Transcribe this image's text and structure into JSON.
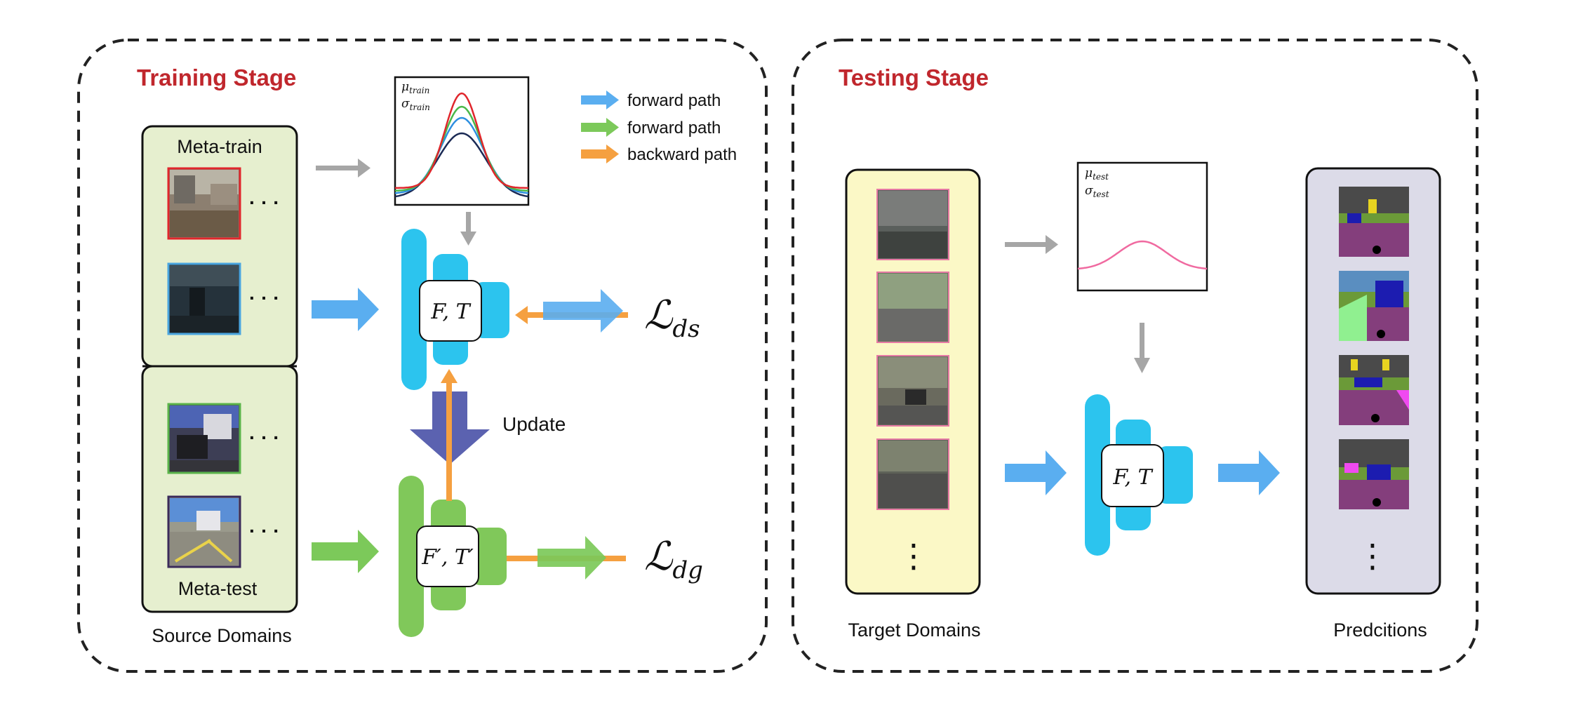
{
  "training": {
    "title": "Training Stage",
    "meta_train_label": "Meta-train",
    "meta_test_label": "Meta-test",
    "source_label": "Source Domains",
    "ellipsis": "· · ·",
    "update_label": "Update",
    "model_label": "F, T",
    "model_prime_label": "F′, T′",
    "loss_ds": {
      "main": "ℒ",
      "sub": "ds"
    },
    "loss_dg": {
      "main": "ℒ",
      "sub": "dg"
    },
    "stats": {
      "mu": "μ",
      "mu_sub": "train",
      "sigma": "σ",
      "sigma_sub": "train"
    }
  },
  "legend": [
    {
      "label": "forward path",
      "color": "#5aaef0"
    },
    {
      "label": "forward path",
      "color": "#7cc95a"
    },
    {
      "label": "backward path",
      "color": "#f5a040"
    }
  ],
  "testing": {
    "title": "Testing Stage",
    "target_label": "Target Domains",
    "pred_label": "Predcitions",
    "model_label": "F, T",
    "vdots": "⋮",
    "stats": {
      "mu": "μ",
      "mu_sub": "test",
      "sigma": "σ",
      "sigma_sub": "test"
    }
  },
  "colors": {
    "title_red": "#c0272d",
    "panel_green": "#e6efcf",
    "panel_yellow": "#fbf8c6",
    "panel_lavender": "#dcdbe8",
    "cyan": "#2cc4ee",
    "green": "#80c85a",
    "blue_arrow": "#5aaef0",
    "green_arrow": "#7cc95a",
    "orange": "#f5a040",
    "gray": "#a6a6a6",
    "update_arrow": "#5b62b0"
  }
}
